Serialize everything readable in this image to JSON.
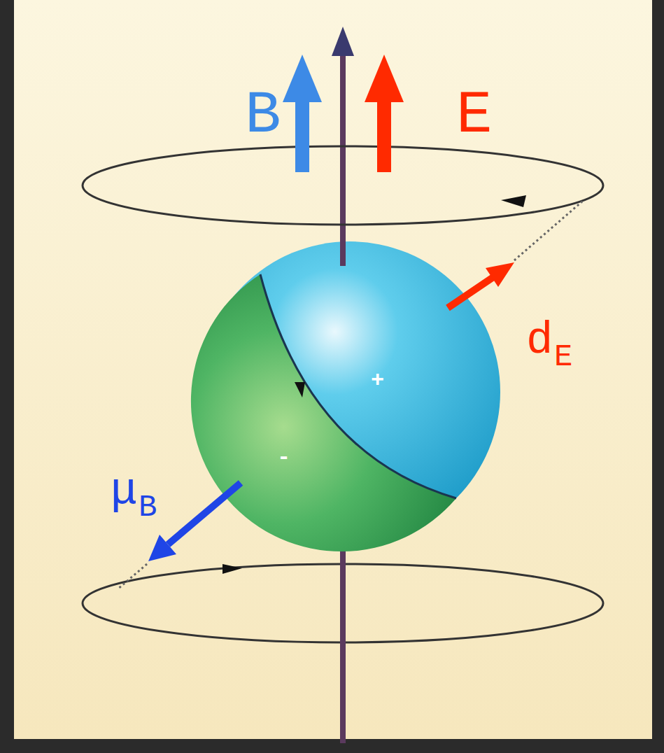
{
  "diagram": {
    "labels": [
      "B",
      "E",
      "d",
      "E",
      "μ",
      "B",
      "+",
      "-"
    ]
  }
}
